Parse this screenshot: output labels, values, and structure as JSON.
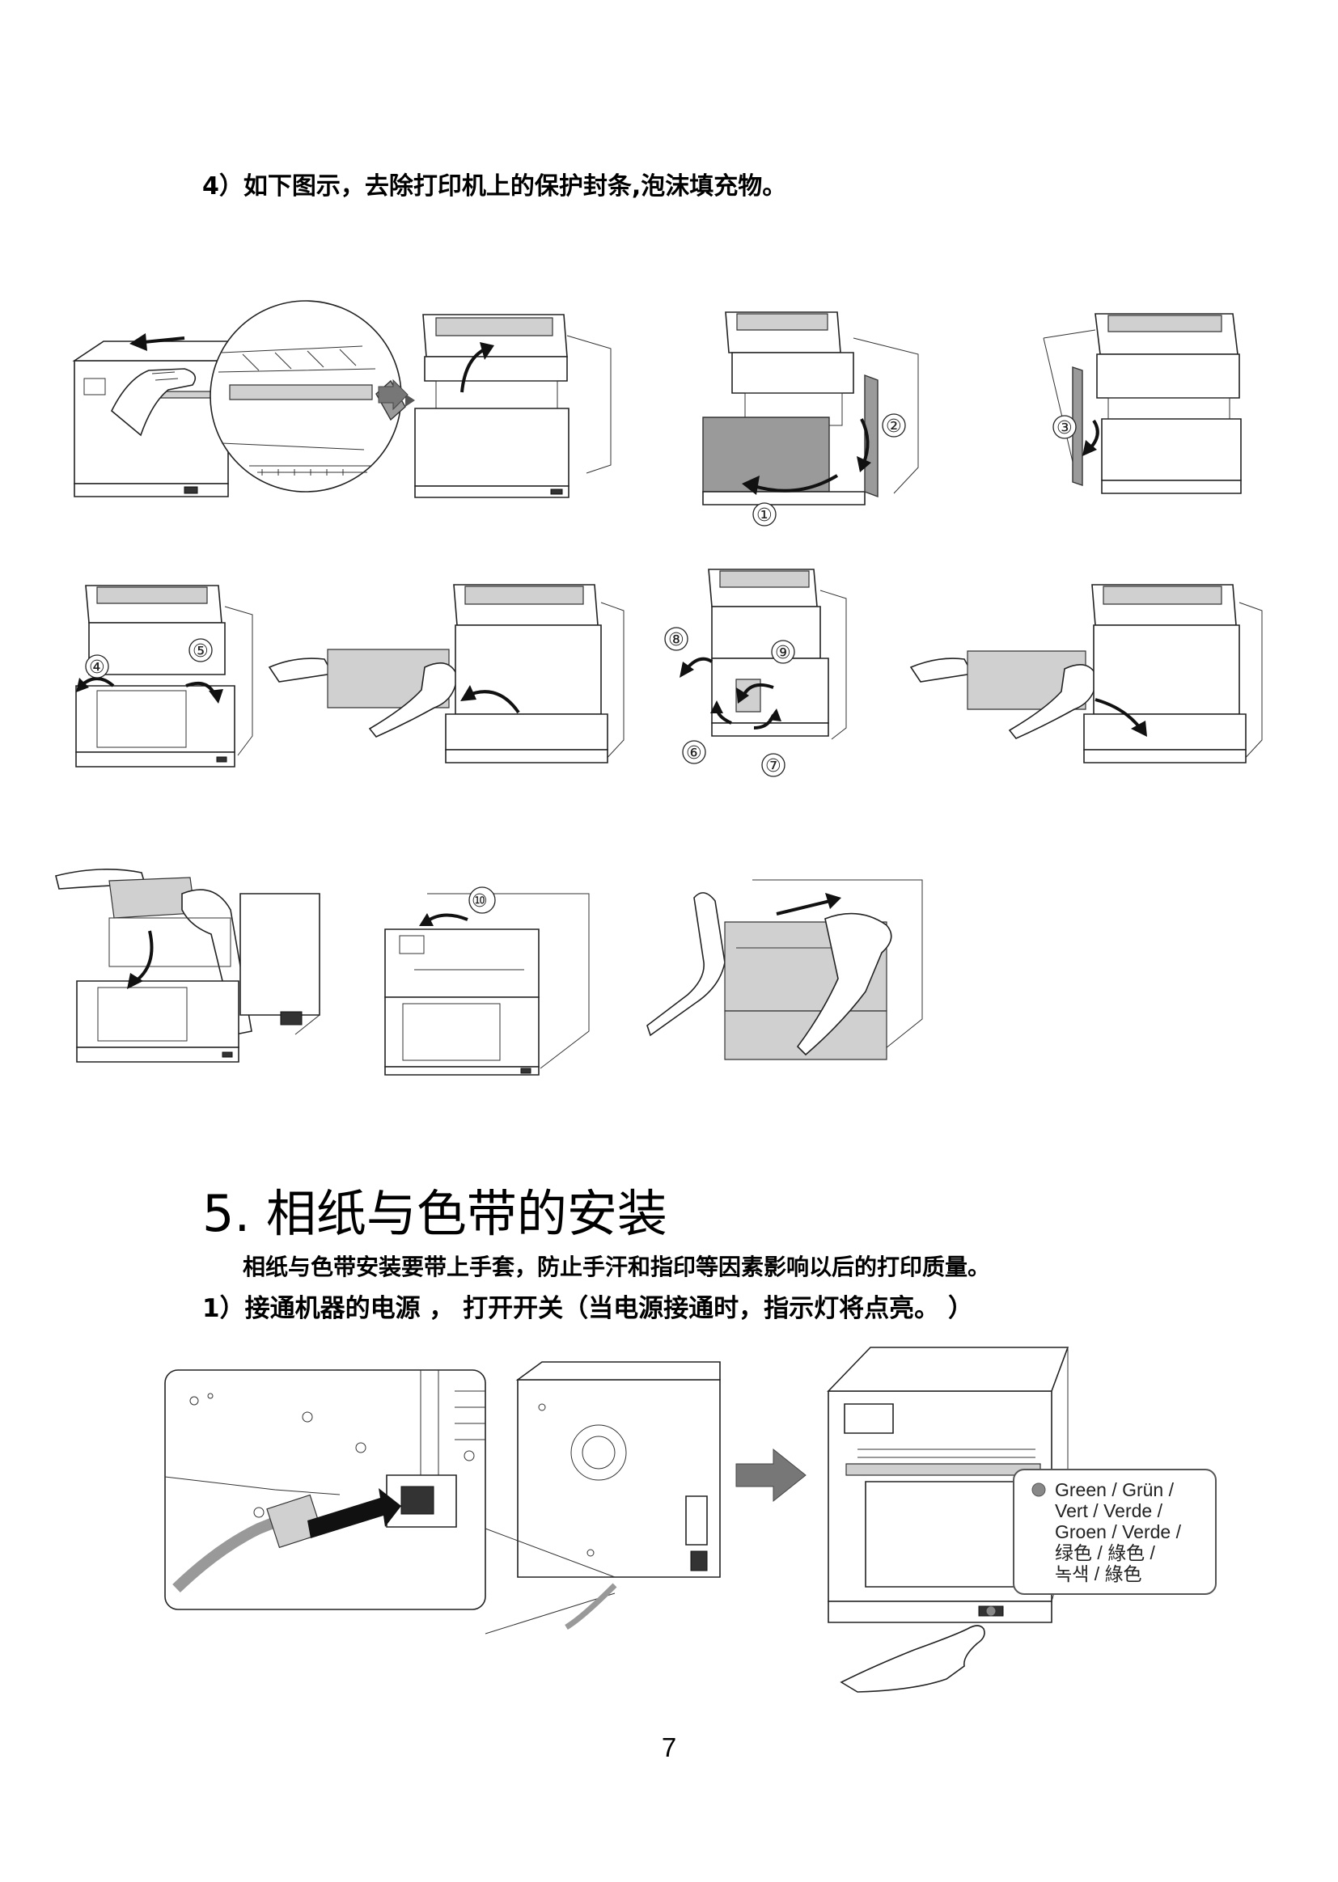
{
  "step4": "4）如下图示，去除打印机上的保护封条,泡沫填充物。",
  "section5": {
    "title": "5. 相纸与色带的安装",
    "note": "相纸与色带安装要带上手套，防止手汗和指印等因素影响以后的打印质量。",
    "step1": "1）接通机器的电源 ， 打开开关（当电源接通时，指示灯将点亮。 ）"
  },
  "markers": [
    "①",
    "②",
    "③",
    "④",
    "⑤",
    "⑥",
    "⑦",
    "⑧",
    "⑨",
    "⑩"
  ],
  "indicator_legend": {
    "dot_color": "#888888",
    "lines": [
      "Green / Grün /",
      "Vert / Verde /",
      "Groen / Verde /",
      "绿色 / 綠色 /",
      "녹색 / 綠色"
    ]
  },
  "page_number": "7"
}
